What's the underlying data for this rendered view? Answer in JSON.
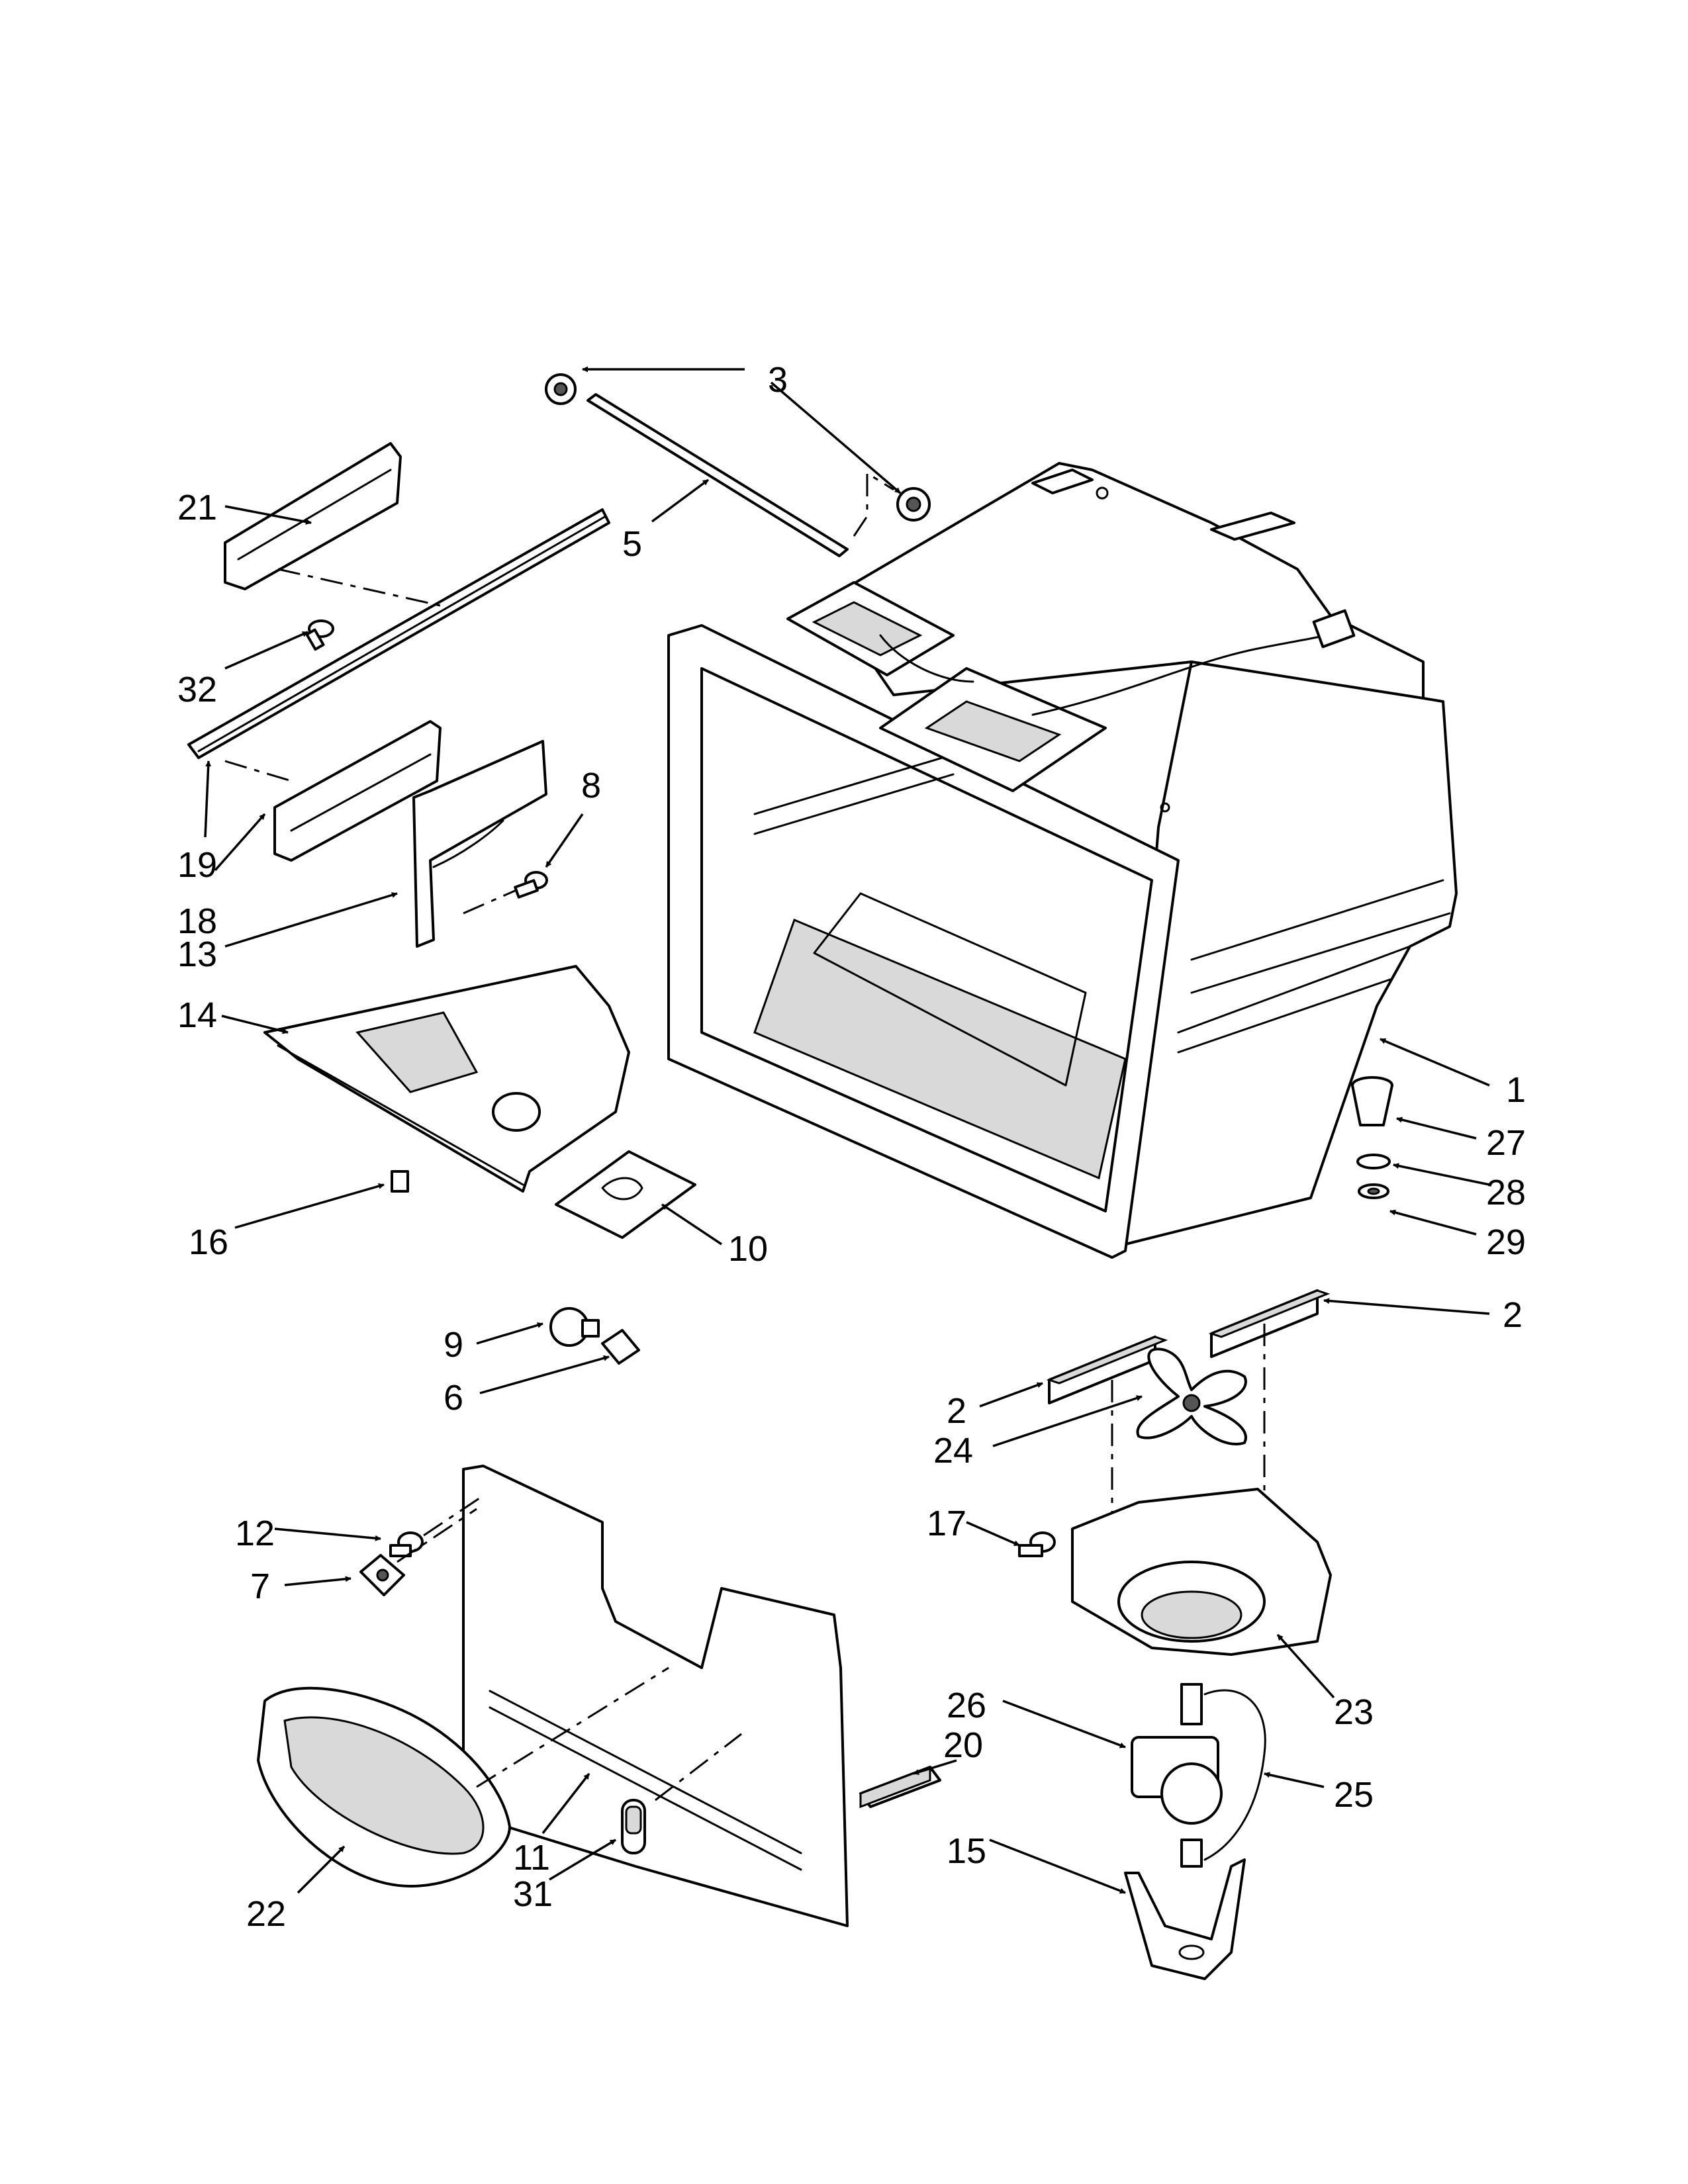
{
  "callouts": [
    {
      "id": "1",
      "text": "1"
    },
    {
      "id": "2a",
      "text": "2"
    },
    {
      "id": "2b",
      "text": "2"
    },
    {
      "id": "3",
      "text": "3"
    },
    {
      "id": "5",
      "text": "5"
    },
    {
      "id": "6",
      "text": "6"
    },
    {
      "id": "7",
      "text": "7"
    },
    {
      "id": "8",
      "text": "8"
    },
    {
      "id": "9",
      "text": "9"
    },
    {
      "id": "10",
      "text": "10"
    },
    {
      "id": "11",
      "text": "11"
    },
    {
      "id": "12",
      "text": "12"
    },
    {
      "id": "13",
      "text": "13"
    },
    {
      "id": "14",
      "text": "14"
    },
    {
      "id": "15",
      "text": "15"
    },
    {
      "id": "16",
      "text": "16"
    },
    {
      "id": "17",
      "text": "17"
    },
    {
      "id": "18",
      "text": "18"
    },
    {
      "id": "19",
      "text": "19"
    },
    {
      "id": "20",
      "text": "20"
    },
    {
      "id": "21",
      "text": "21"
    },
    {
      "id": "22",
      "text": "22"
    },
    {
      "id": "23",
      "text": "23"
    },
    {
      "id": "24",
      "text": "24"
    },
    {
      "id": "25",
      "text": "25"
    },
    {
      "id": "26",
      "text": "26"
    },
    {
      "id": "27",
      "text": "27"
    },
    {
      "id": "28",
      "text": "28"
    },
    {
      "id": "29",
      "text": "29"
    },
    {
      "id": "31",
      "text": "31"
    },
    {
      "id": "32",
      "text": "32"
    }
  ]
}
